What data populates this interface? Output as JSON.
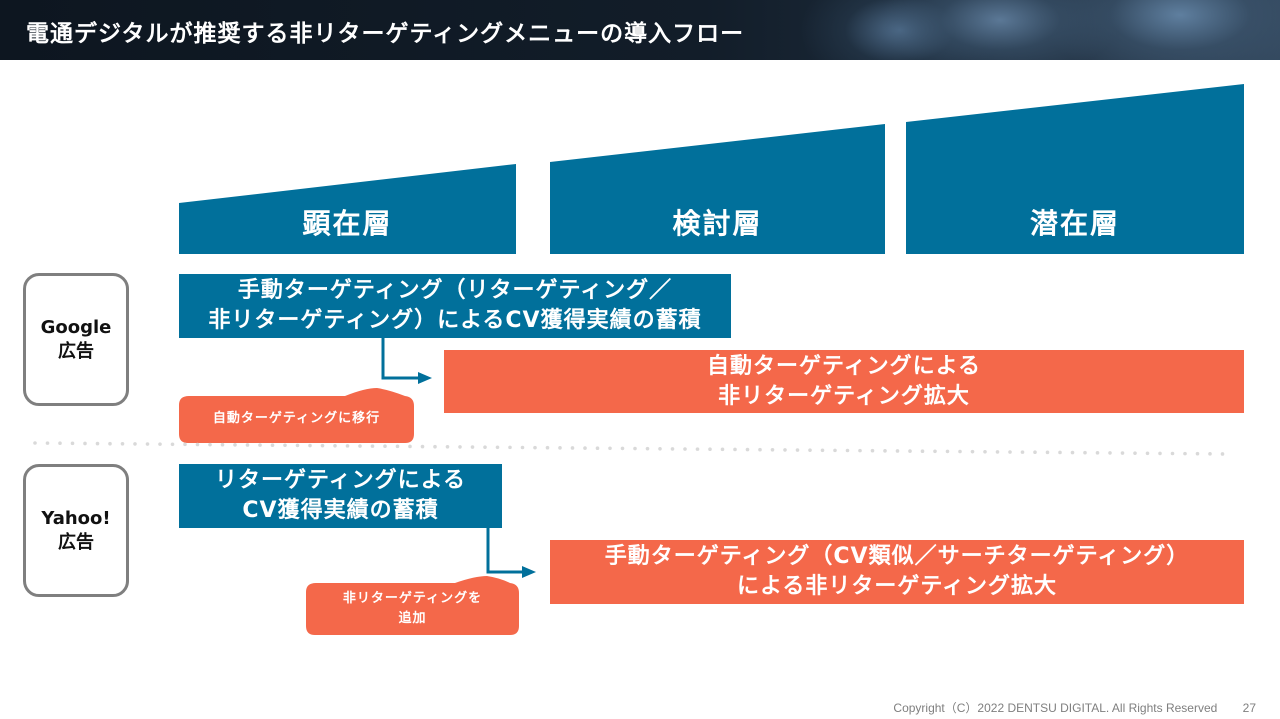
{
  "header": {
    "title": "電通デジタルが推奨する非リターゲティングメニューの導入フロー"
  },
  "stages": [
    {
      "label": "顕在層"
    },
    {
      "label": "検討層"
    },
    {
      "label": "潜在層"
    }
  ],
  "platforms": {
    "google": {
      "name_line1": "Google",
      "name_line2": "広告",
      "step1_line1": "手動ターゲティング（リターゲティング／",
      "step1_line2": "非リターゲティング）によるCV獲得実績の蓄積",
      "transition_label": "自動ターゲティングに移行",
      "step2_line1": "自動ターゲティングによる",
      "step2_line2": "非リターゲティング拡大"
    },
    "yahoo": {
      "name_line1": "Yahoo!",
      "name_line2": "広告",
      "step1_line1": "リターゲティングによる",
      "step1_line2": "CV獲得実績の蓄積",
      "transition_label_line1": "非リターゲティングを",
      "transition_label_line2": "追加",
      "step2_line1": "手動ターゲティング（CV類似／サーチターゲティング）",
      "step2_line2": "による非リターゲティング拡大"
    }
  },
  "colors": {
    "stage_blue": "#01709b",
    "accent_orange": "#f4684a",
    "platform_border": "#7f7f7f",
    "divider_dots": "#d9d9d9"
  },
  "footer": {
    "copyright": "Copyright（C）2022 DENTSU DIGITAL. All Rights Reserved",
    "page_number": "27"
  }
}
